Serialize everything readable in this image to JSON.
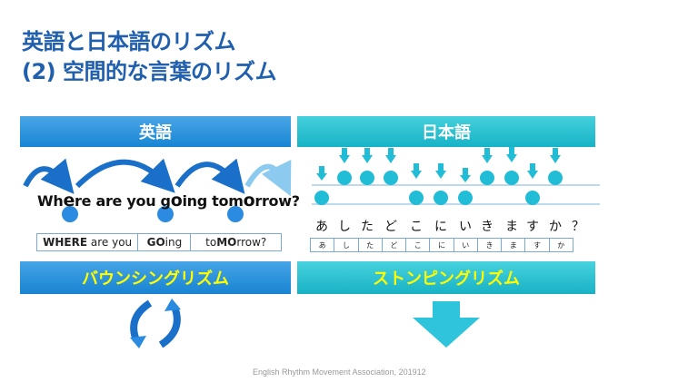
{
  "slide": {
    "title_line1": "英語と日本語のリズム",
    "title_line2": "(2) 空間的な言葉のリズム",
    "footer": "English Rhythm Movement Association, 201912"
  },
  "english": {
    "header": "英語",
    "sentence_parts": [
      "Wh",
      "e",
      "re are you g",
      "o",
      "ing tom",
      "o",
      "rrow?"
    ],
    "stress_cells": [
      {
        "bold": "WHERE",
        "rest": " are you"
      },
      {
        "bold": "GO",
        "rest": "ing"
      },
      {
        "pre": "to",
        "bold": "MO",
        "rest": "rrow?"
      }
    ],
    "rhythm_label": "バウンシングリズム"
  },
  "japanese": {
    "header": "日本語",
    "syllables": [
      "あ",
      "し",
      "た",
      "ど",
      "こ",
      "に",
      "い",
      "き",
      "ま",
      "す",
      "か",
      "？"
    ],
    "box_cells": [
      "あ",
      "し",
      "た",
      "ど",
      "こ",
      "に",
      "い",
      "き",
      "ま",
      "す",
      "か"
    ],
    "rhythm_label": "ストンピングリズム"
  },
  "colors": {
    "title": "#1f5fae",
    "english_blue": "#1886d4",
    "japanese_teal": "#17b3c6",
    "rhythm_yellow": "#ffff00"
  }
}
